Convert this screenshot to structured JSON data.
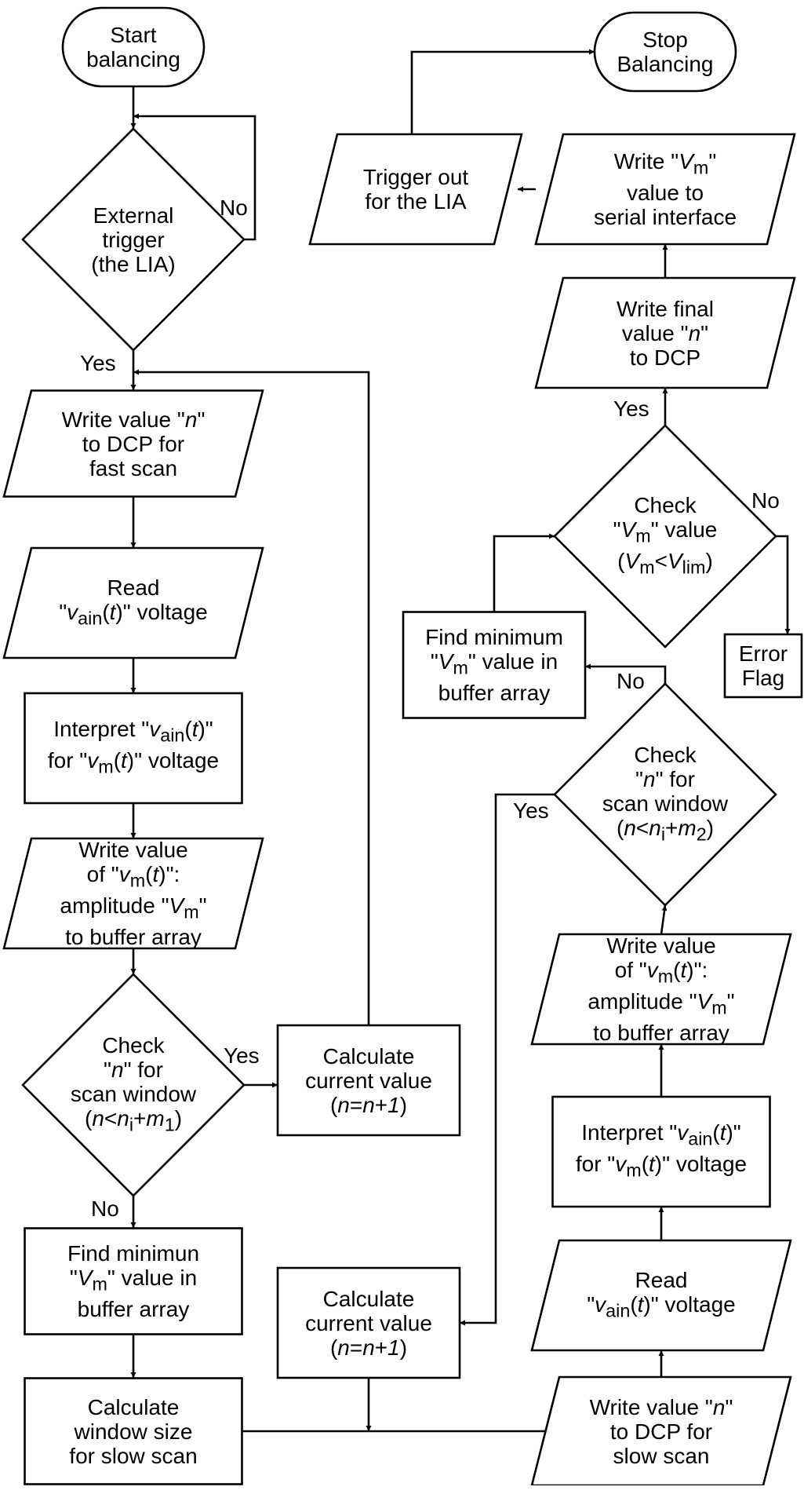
{
  "nodes": {
    "start": {
      "lines": [
        "Start",
        "balancing"
      ]
    },
    "trigger": {
      "lines": [
        "External",
        "trigger",
        "(the LIA)"
      ]
    },
    "write_fast": {
      "lines": [
        "Write value \"n\"",
        "to DCP for",
        "fast scan"
      ]
    },
    "read1": {
      "lines": [
        "Read",
        "\"vain(t)\" voltage"
      ]
    },
    "interp1": {
      "lines": [
        "Interpret \"vain(t)\"",
        "for \"vm(t)\" voltage"
      ]
    },
    "writebuf1": {
      "lines": [
        "Write value",
        "of \"vm(t)\":",
        "amplitude \"Vm\"",
        "to buffer array"
      ]
    },
    "check1": {
      "lines": [
        "Check",
        "\"n\" for",
        "scan window",
        "(n<ni+m1)"
      ]
    },
    "calc1": {
      "lines": [
        "Calculate",
        "current value",
        "(n=n+1)"
      ]
    },
    "findmin1": {
      "lines": [
        "Find minimun",
        "\"Vm\" value in",
        "buffer array"
      ]
    },
    "calcwin": {
      "lines": [
        "Calculate",
        "window size",
        "for slow scan"
      ]
    },
    "calc2": {
      "lines": [
        "Calculate",
        "current value",
        "(n=n+1)"
      ]
    },
    "write_slow": {
      "lines": [
        "Write value \"n\"",
        "to DCP for",
        "slow scan"
      ]
    },
    "read2": {
      "lines": [
        "Read",
        "\"vain(t)\" voltage"
      ]
    },
    "interp2": {
      "lines": [
        "Interpret \"vain(t)\"",
        "for \"vm(t)\" voltage"
      ]
    },
    "writebuf2": {
      "lines": [
        "Write value",
        "of \"vm(t)\":",
        "amplitude \"Vm\"",
        "to buffer array"
      ]
    },
    "check2": {
      "lines": [
        "Check",
        "\"n\" for",
        "scan window",
        "(n<ni+m2)"
      ]
    },
    "findmin2": {
      "lines": [
        "Find minimum",
        "\"Vm\" value in",
        "buffer array"
      ]
    },
    "checkvm": {
      "lines": [
        "Check",
        "\"Vm\" value",
        "(Vm<Vlim)"
      ]
    },
    "error": {
      "lines": [
        "Error",
        "Flag"
      ]
    },
    "writefinal": {
      "lines": [
        "Write final",
        "value \"n\"",
        "to DCP"
      ]
    },
    "writeserial": {
      "lines": [
        "Write \"Vm\"",
        "value to",
        "serial interface"
      ]
    },
    "trigout": {
      "lines": [
        "Trigger out",
        "for the LIA"
      ]
    },
    "stop": {
      "lines": [
        "Stop",
        "Balancing"
      ]
    }
  },
  "edge_labels": {
    "trigger_no": "No",
    "trigger_yes": "Yes",
    "check1_yes": "Yes",
    "check1_no": "No",
    "check2_yes": "Yes",
    "check2_no": "No",
    "checkvm_no": "No",
    "checkvm_yes": "Yes"
  }
}
